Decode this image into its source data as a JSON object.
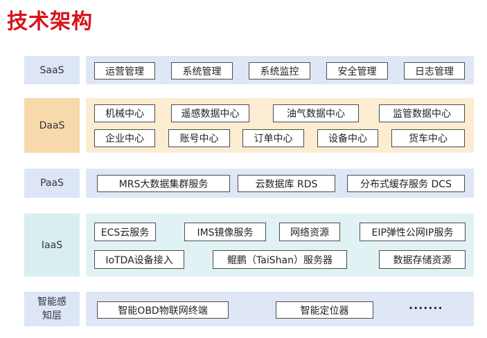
{
  "title": "技术架构",
  "layers": {
    "saas": {
      "label": "SaaS",
      "items": [
        "运营管理",
        "系统管理",
        "系统监控",
        "安全管理",
        "日志管理"
      ]
    },
    "daas": {
      "label": "DaaS",
      "row1": [
        "机械中心",
        "遥感数据中心",
        "油气数据中心",
        "监管数据中心"
      ],
      "row2": [
        "企业中心",
        "账号中心",
        "订单中心",
        "设备中心",
        "货车中心"
      ]
    },
    "paas": {
      "label": "PaaS",
      "items": [
        "MRS大数据集群服务",
        "云数据库 RDS",
        "分布式缓存服务 DCS"
      ]
    },
    "iaas": {
      "label": "IaaS",
      "row1": [
        "ECS云服务",
        "IMS镜像服务",
        "网络资源",
        "EIP弹性公网IP服务"
      ],
      "row2": [
        "IoTDA设备接入",
        "鲲鹏（TaiShan）服务器",
        "数据存储资源"
      ]
    },
    "sensing": {
      "label": "智能感知层",
      "items": [
        "智能OBD物联网终端",
        "智能定位器"
      ],
      "more": "·······"
    }
  },
  "colors": {
    "title": "#d9121c",
    "saas_bg": "#dfe7f6",
    "daas_bg": "#fbecd2",
    "iaas_bg": "#e0f2f4"
  }
}
